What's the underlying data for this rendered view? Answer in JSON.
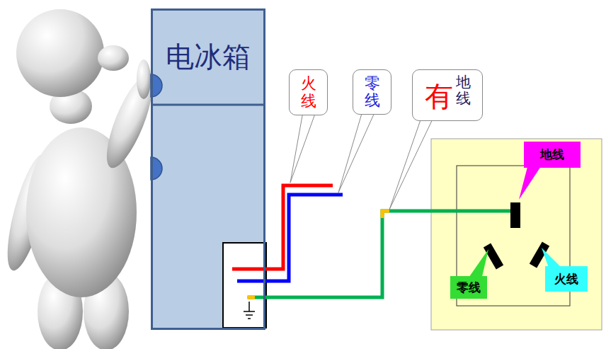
{
  "diagram": {
    "nodes": [
      {
        "text": [
          "电冰箱"
        ]
      },
      {
        "text": [
          "火线"
        ]
      },
      {
        "text": [
          "零线"
        ]
      },
      {
        "text": [
          "有",
          "地线"
        ]
      },
      {
        "text": [
          "地线"
        ]
      },
      {
        "text": [
          "零线"
        ]
      },
      {
        "text": [
          "火线"
        ]
      }
    ]
  }
}
